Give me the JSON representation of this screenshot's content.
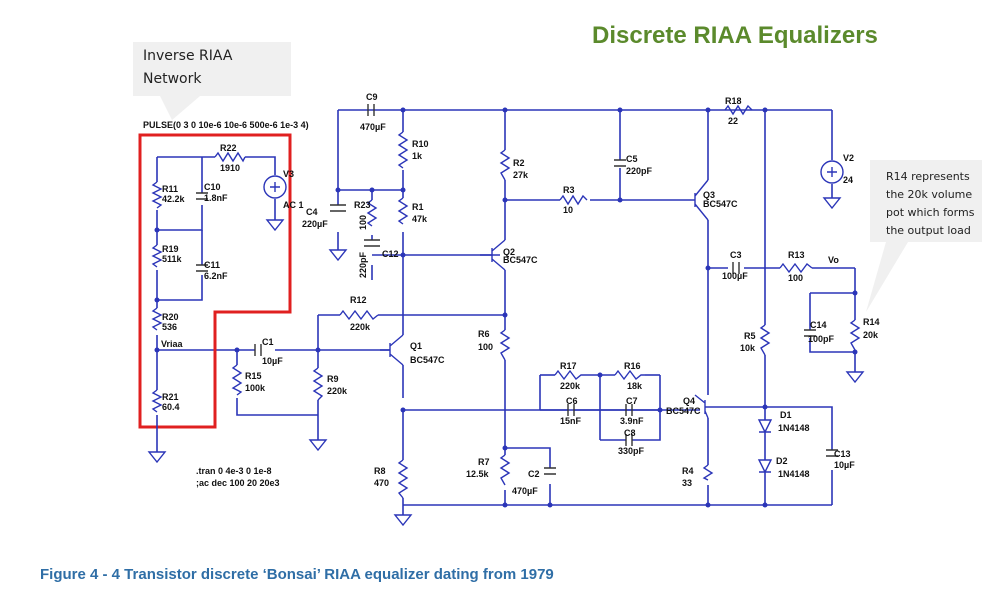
{
  "title": "Discrete RIAA Equalizers",
  "caption": "Figure 4 - 4 Transistor discrete  ‘Bonsai’ RIAA equalizer dating from 1979",
  "callouts": {
    "inverse": {
      "lines": [
        "Inverse RIAA",
        "Network"
      ]
    },
    "r14": {
      "lines": [
        "R14 represents",
        "the 20k volume",
        "pot which forms",
        "the output load"
      ]
    }
  },
  "directives": {
    "pulse": "PULSE(0 3 0 10e-6 10e-6 500e-6 1e-3 4)",
    "tran": ".tran 0 4e-3 0 1e-8",
    "ac": ";ac dec 100 20 20e3"
  },
  "nets": {
    "vriaa": "Vriaa",
    "vo": "Vo"
  },
  "colors": {
    "title": "#5b8a2c",
    "caption": "#2f6ea6",
    "wire": "#2b35b8",
    "highlight": "#e02020"
  },
  "components": {
    "r22": {
      "ref": "R22",
      "value": "1910"
    },
    "r11": {
      "ref": "R11",
      "value": "42.2k"
    },
    "c10": {
      "ref": "C10",
      "value": "1.8nF"
    },
    "r19": {
      "ref": "R19",
      "value": "511k"
    },
    "c11": {
      "ref": "C11",
      "value": "6.2nF"
    },
    "r20": {
      "ref": "R20",
      "value": "536"
    },
    "r21": {
      "ref": "R21",
      "value": "60.4"
    },
    "v3": {
      "ref": "V3",
      "value": "AC 1"
    },
    "c9": {
      "ref": "C9",
      "value": "470µF"
    },
    "r10": {
      "ref": "R10",
      "value": "1k"
    },
    "c4": {
      "ref": "C4",
      "value": "220µF"
    },
    "r23": {
      "ref": "R23",
      "value": "100"
    },
    "r1": {
      "ref": "R1",
      "value": "47k"
    },
    "c12": {
      "ref": "C12",
      "value": "220pF"
    },
    "r12": {
      "ref": "R12",
      "value": "220k"
    },
    "c1": {
      "ref": "C1",
      "value": "10µF"
    },
    "r15": {
      "ref": "R15",
      "value": "100k"
    },
    "r9": {
      "ref": "R9",
      "value": "220k"
    },
    "q1": {
      "ref": "Q1",
      "value": "BC547C"
    },
    "r8": {
      "ref": "R8",
      "value": "470"
    },
    "r2": {
      "ref": "R2",
      "value": "27k"
    },
    "q2": {
      "ref": "Q2",
      "value": "BC547C"
    },
    "r6": {
      "ref": "R6",
      "value": "100"
    },
    "r7": {
      "ref": "R7",
      "value": "12.5k"
    },
    "c2": {
      "ref": "C2",
      "value": "470µF"
    },
    "c5": {
      "ref": "C5",
      "value": "220pF"
    },
    "r3": {
      "ref": "R3",
      "value": "10"
    },
    "q3": {
      "ref": "Q3",
      "value": "BC547C"
    },
    "r18": {
      "ref": "R18",
      "value": "22"
    },
    "v2": {
      "ref": "V2",
      "value": "24"
    },
    "c3": {
      "ref": "C3",
      "value": "100µF"
    },
    "r13": {
      "ref": "R13",
      "value": "100"
    },
    "c14": {
      "ref": "C14",
      "value": "100pF"
    },
    "r14": {
      "ref": "R14",
      "value": "20k"
    },
    "r5": {
      "ref": "R5",
      "value": "10k"
    },
    "r17": {
      "ref": "R17",
      "value": "220k"
    },
    "r16": {
      "ref": "R16",
      "value": "18k"
    },
    "c6": {
      "ref": "C6",
      "value": "15nF"
    },
    "c7": {
      "ref": "C7",
      "value": "3.9nF"
    },
    "c8": {
      "ref": "C8",
      "value": "330pF"
    },
    "q4": {
      "ref": "Q4",
      "value": "BC547C"
    },
    "r4": {
      "ref": "R4",
      "value": "33"
    },
    "d1": {
      "ref": "D1",
      "value": "1N4148"
    },
    "d2": {
      "ref": "D2",
      "value": "1N4148"
    },
    "c13": {
      "ref": "C13",
      "value": "10µF"
    }
  }
}
